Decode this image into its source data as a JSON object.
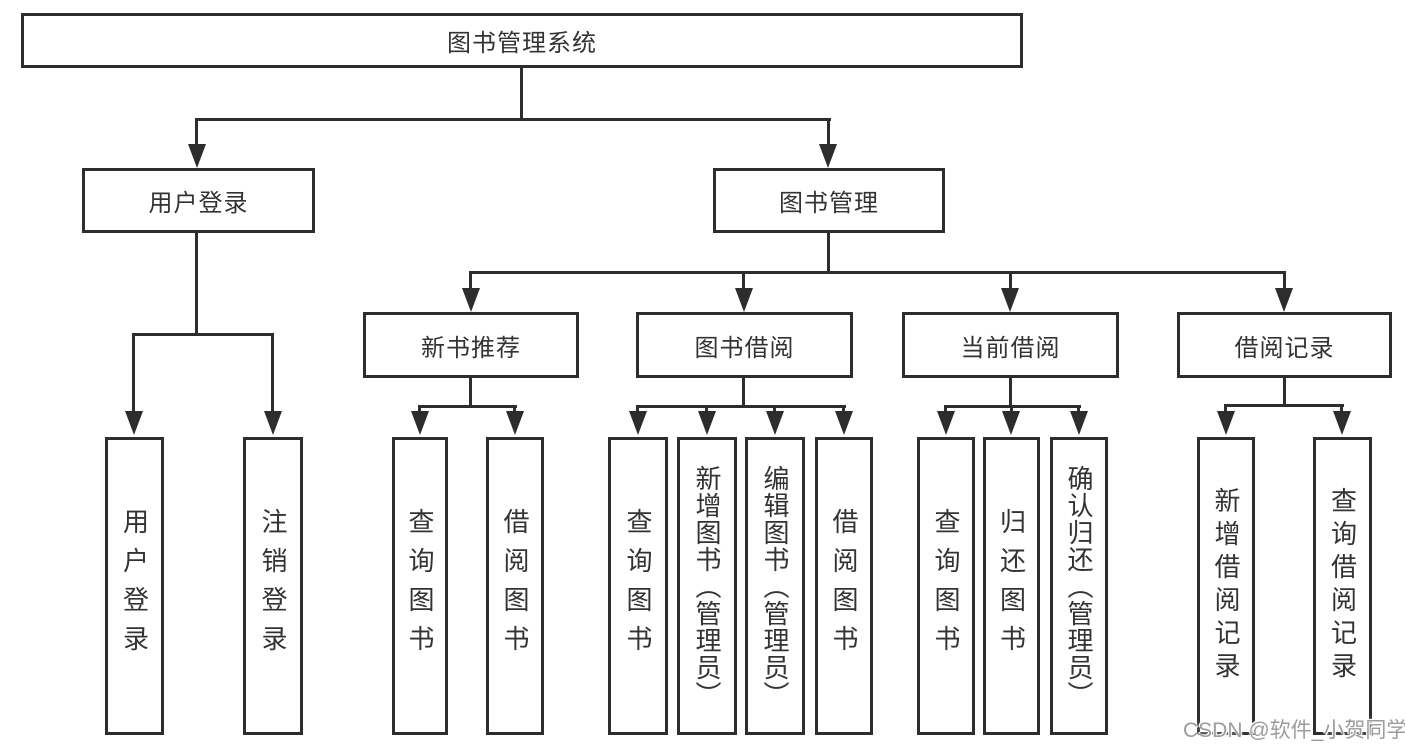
{
  "root": {
    "label": "图书管理系统"
  },
  "level2": {
    "user_login": {
      "label": "用户登录"
    },
    "book_mgmt": {
      "label": "图书管理"
    }
  },
  "level3": {
    "new_books": {
      "label": "新书推荐"
    },
    "book_borrow": {
      "label": "图书借阅"
    },
    "current_borrow": {
      "label": "当前借阅"
    },
    "borrow_records": {
      "label": "借阅记录"
    }
  },
  "leaves": {
    "user_login": [
      "用户登录",
      "注销登录"
    ],
    "new_books": [
      "查询图书",
      "借阅图书"
    ],
    "book_borrow": [
      "查询图书",
      "新增图书（管理员）",
      "编辑图书（管理员）",
      "借阅图书"
    ],
    "current_borrow": [
      "查询图书",
      "归还图书",
      "确认归还（管理员）"
    ],
    "borrow_records": [
      "新增借阅记录",
      "查询借阅记录"
    ]
  },
  "watermark": {
    "text": "CSDN @软件_小贺同学",
    "color": "#9c9c9c"
  },
  "colors": {
    "line": "#2d2d2d",
    "box_background": "#ffffff",
    "text": "#333333"
  }
}
